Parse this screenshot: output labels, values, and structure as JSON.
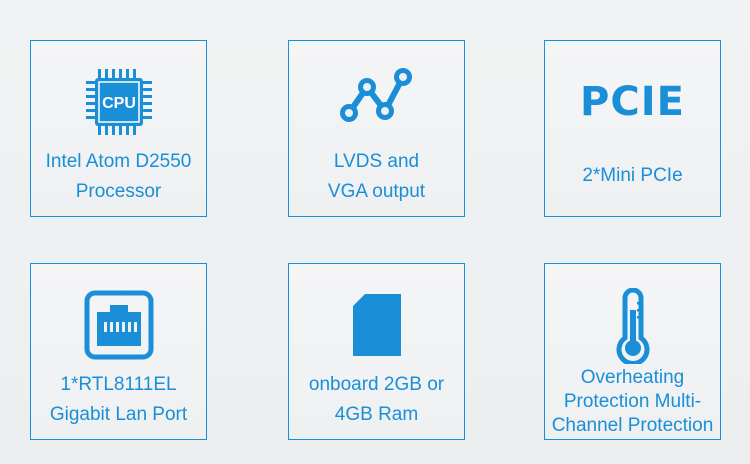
{
  "cards": [
    {
      "icon": "cpu-icon",
      "icon_text": "CPU",
      "lines": [
        "Intel Atom D2550",
        "Processor"
      ]
    },
    {
      "icon": "graph-nodes-icon",
      "lines": [
        "LVDS and",
        "VGA output"
      ]
    },
    {
      "icon": "pcie-text",
      "icon_text": "PCIE",
      "lines": [
        "2*Mini PCIe"
      ]
    },
    {
      "icon": "ethernet-port-icon",
      "lines": [
        "1*RTL8111EL",
        "Gigabit Lan Port"
      ]
    },
    {
      "icon": "memory-card-icon",
      "lines": [
        "onboard 2GB or",
        "4GB Ram"
      ]
    },
    {
      "icon": "thermometer-icon",
      "lines": [
        "Overheating",
        "Protection Multi-",
        "Channel Protection"
      ]
    }
  ],
  "colors": {
    "accent": "#1a8fd8",
    "background": "#eef0f2"
  }
}
